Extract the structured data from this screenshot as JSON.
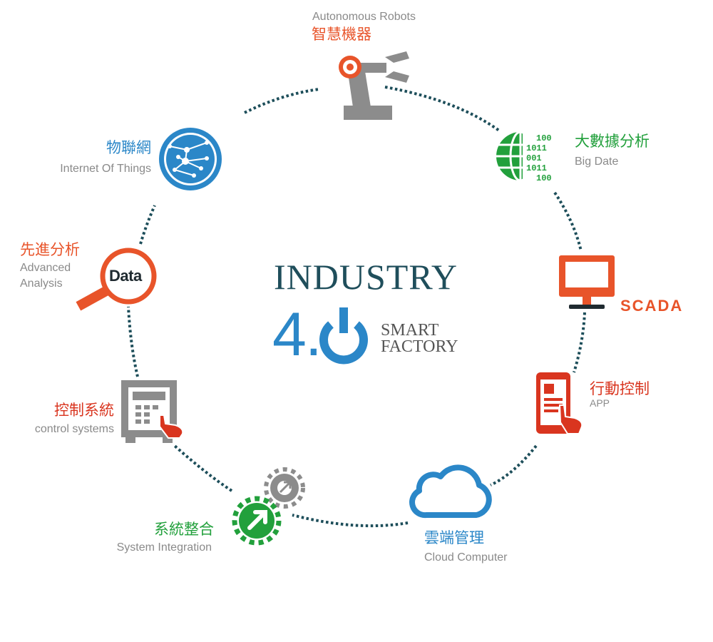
{
  "center": {
    "title": "INDUSTRY",
    "version": "4.",
    "smart": "SMART",
    "factory": "FACTORY"
  },
  "nodes": {
    "robots": {
      "zh": "智慧機器",
      "en": "Autonomous Robots"
    },
    "bigdata": {
      "zh": "大數據分析",
      "en": "Big Date",
      "glyph": "100\n1011\n001\n1011\n100"
    },
    "scada": {
      "label": "SCADA"
    },
    "app": {
      "zh": "行動控制",
      "en": "APP"
    },
    "cloud": {
      "zh": "雲端管理",
      "en": "Cloud Computer"
    },
    "integration": {
      "zh": "系統整合",
      "en": "System Integration"
    },
    "control": {
      "zh": "控制系統",
      "en": "control systems"
    },
    "analysis": {
      "zh": "先進分析",
      "en1": "Advanced",
      "en2": "Analysis",
      "icon_text": "Data"
    },
    "iot": {
      "zh": "物聯網",
      "en": "Internet Of Things"
    }
  },
  "colors": {
    "ring": "#1d4e5a",
    "orange": "#e8542a",
    "green": "#22a03c",
    "blue": "#2b87c8",
    "gray": "#8c8c8c",
    "red": "#d9351f",
    "navy": "#1f4e5b"
  }
}
